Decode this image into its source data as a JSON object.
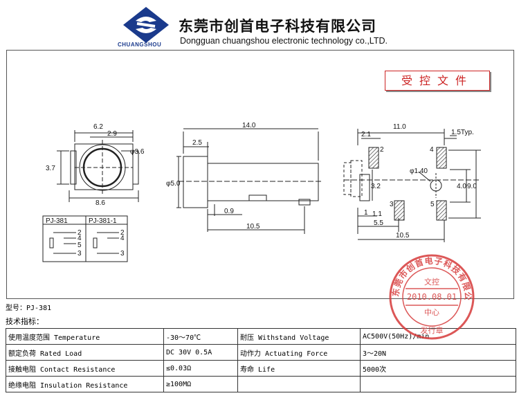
{
  "header": {
    "logo_text": "CHUANGSHOU",
    "company_cn": "东莞市创首电子科技有限公司",
    "company_en": "Dongguan chuangshou electronic technology co.,LTD."
  },
  "controlled_doc": "受控文件",
  "drawing": {
    "front": {
      "w": "6.2",
      "a": "2.9",
      "d": "φ3.6",
      "h": "3.7",
      "base": "8.6"
    },
    "side": {
      "len": "14.0",
      "a": "2.5",
      "d": "φ5.0",
      "b": "0.9",
      "c": "10.5"
    },
    "pcb": {
      "w": "11.0",
      "typ": "1.5Typ.",
      "a": "2.1",
      "d": "φ1.40",
      "h1": "3.2",
      "h2": "4.0",
      "h3": "9.0",
      "b": "1.1",
      "c": "5.5",
      "len": "10.5",
      "pins": [
        "2",
        "4",
        "1",
        "3",
        "5"
      ]
    },
    "schematic": {
      "titles": [
        "PJ-381",
        "PJ-381-1"
      ],
      "pins_a": [
        "2",
        "4",
        "5",
        "3"
      ],
      "pins_b": [
        "2",
        "4",
        "3"
      ]
    }
  },
  "model_label": "型号：PJ-381",
  "spec_label": "技术指标：",
  "spec_rows": [
    [
      "使用温度范围 Temperature",
      "-30～70℃",
      "耐压 Withstand Voltage",
      "AC500V(50Hz)/min"
    ],
    [
      "额定负荷 Rated Load",
      "DC 30V 0.5A",
      "动作力 Actuating Force",
      "3～20N"
    ],
    [
      "接触电阻 Contact Resistance",
      "≤0.03Ω",
      "寿命 Life",
      "5000次"
    ],
    [
      "绝缘电阻 Insulation Resistance",
      "≥100MΩ",
      "",
      ""
    ]
  ],
  "stamp": {
    "ring": "东莞市创首电子科技有限公司",
    "l1": "文控",
    "l2": "2010.08.01",
    "l3": "中心",
    "l4": "发行章"
  },
  "colors": {
    "logo": "#1a3a8c",
    "stamp": "#d63a3a",
    "controlled": "#cc2222"
  }
}
